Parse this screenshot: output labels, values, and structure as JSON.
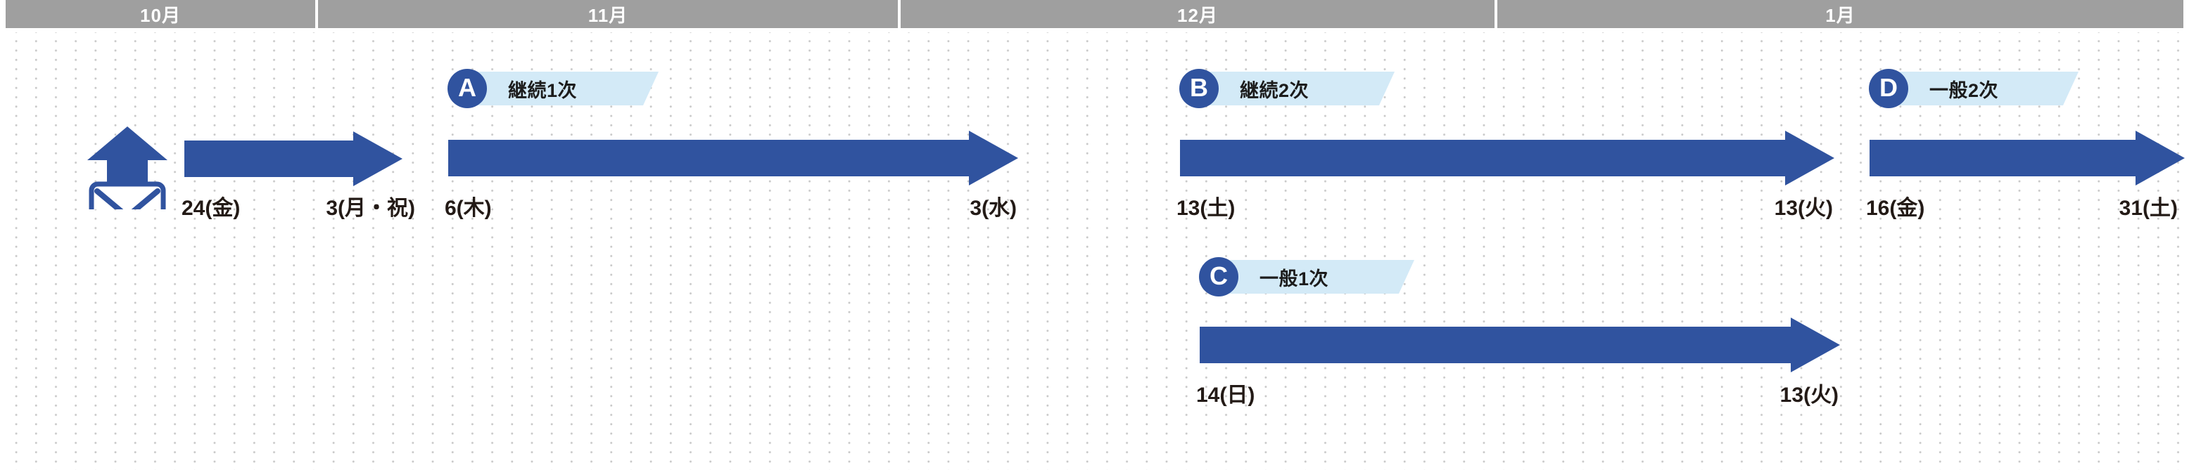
{
  "colors": {
    "arrow_blue": "#30539f",
    "badge_blue": "#30539f",
    "ribbon_light_blue": "#d3eaf7",
    "header_gray": "#9f9f9f",
    "grid_dot": "#c9c9c9",
    "date_text": "#231a16",
    "month_text": "#ffffff"
  },
  "header": {
    "months": [
      {
        "label": "10月"
      },
      {
        "label": "11月"
      },
      {
        "label": "12月"
      },
      {
        "label": "1月"
      }
    ]
  },
  "mail_icon": {
    "name": "mail-upload-icon"
  },
  "tracks": [
    {
      "id": "submission",
      "badge": null,
      "start_date": "24(金)",
      "end_date": "3(月・祝)"
    },
    {
      "id": "A",
      "badge_letter": "A",
      "badge_label": "継続1次",
      "start_date": "6(木)",
      "end_date": "3(水)"
    },
    {
      "id": "B",
      "badge_letter": "B",
      "badge_label": "継続2次",
      "start_date": "13(土)",
      "end_date": "13(火)"
    },
    {
      "id": "C",
      "badge_letter": "C",
      "badge_label": "一般1次",
      "start_date": "14(日)",
      "end_date": "13(火)"
    },
    {
      "id": "D",
      "badge_letter": "D",
      "badge_label": "一般2次",
      "start_date": "16(金)",
      "end_date": "31(土)"
    }
  ]
}
